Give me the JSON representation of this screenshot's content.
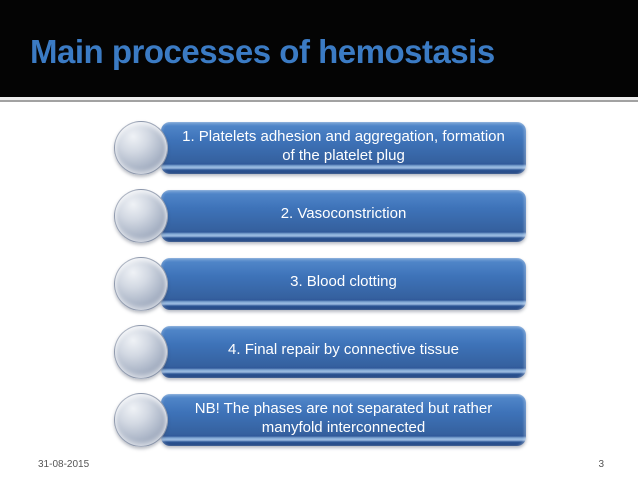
{
  "slide": {
    "title": "Main processes of hemostasis",
    "items": [
      {
        "label": "1. Platelets adhesion and aggregation, formation of the platelet plug"
      },
      {
        "label": "2. Vasoconstriction"
      },
      {
        "label": "3. Blood clotting"
      },
      {
        "label": "4. Final repair by connective tissue"
      },
      {
        "label": "NB! The phases are not separated but rather manyfold interconnected"
      }
    ],
    "footer": {
      "date": "31-08-2015",
      "page_number": "3"
    },
    "colors": {
      "title_blue": "#3b7bc4",
      "bar_blue_top": "#4f85c8",
      "bar_blue_bottom": "#20437f",
      "circle_gray": "#aeb8c9",
      "header_bg": "#040404",
      "footer_gray": "#555555"
    }
  }
}
